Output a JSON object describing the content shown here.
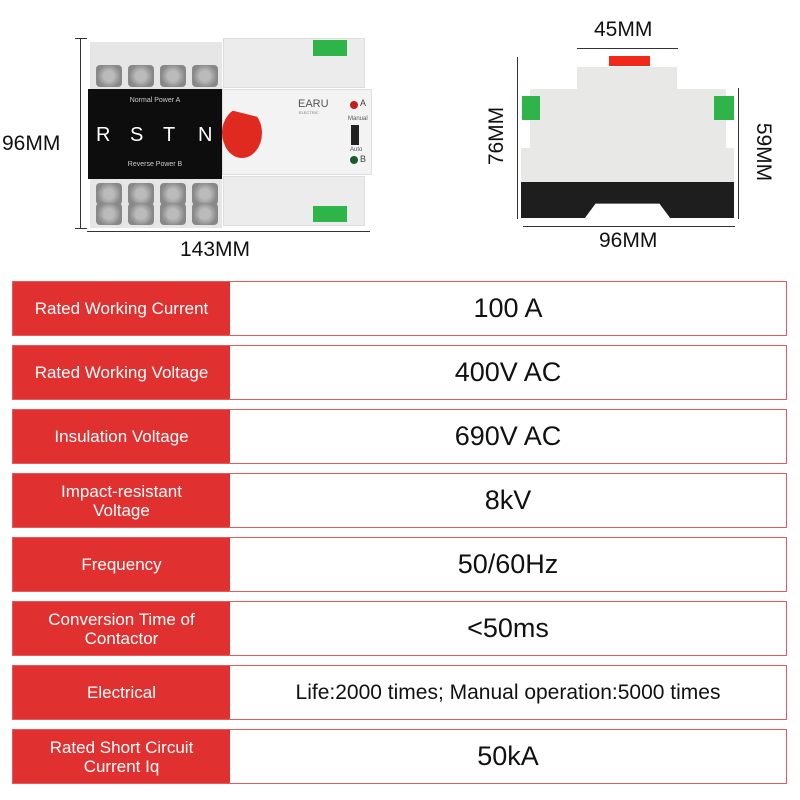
{
  "front_view": {
    "height_label": "96MM",
    "width_label": "143MM",
    "panel_top": "Normal Power A",
    "panel_bottom": "Reverse Power B",
    "phases": [
      "R",
      "S",
      "T",
      "N"
    ],
    "brand": "EARU",
    "brand_sub": "ELECTRIC",
    "indicator_a": "A",
    "indicator_b": "B",
    "mode_top": "Manual",
    "mode_bottom": "Auto",
    "colors": {
      "knob": "#e02a20",
      "panel": "#0d0d0d",
      "terminal": "#2fb44a",
      "led_a": "#c0201a",
      "led_b": "#1d5a2a"
    }
  },
  "side_view": {
    "top_label": "45MM",
    "left_label": "76MM",
    "right_label": "59MM",
    "bottom_label": "96MM",
    "colors": {
      "body": "#e8e8e6",
      "base": "#1e1e1e",
      "clip": "#2fb44a",
      "knob": "#f02a1a"
    }
  },
  "specs": [
    {
      "label": "Rated Working Current",
      "value": "100 A"
    },
    {
      "label": "Rated Working Voltage",
      "value": "400V AC"
    },
    {
      "label": "Insulation Voltage",
      "value": "690V AC"
    },
    {
      "label": "Impact-resistant Voltage",
      "value": "8kV"
    },
    {
      "label": "Frequency",
      "value": "50/60Hz"
    },
    {
      "label": "Conversion Time of Contactor",
      "value": "<50ms"
    },
    {
      "label": "Electrical",
      "value": "Life:2000 times; Manual operation:5000 times"
    },
    {
      "label": "Rated Short Circuit Current Iq",
      "value": "50kA"
    }
  ],
  "accent_color": "#e0302f"
}
